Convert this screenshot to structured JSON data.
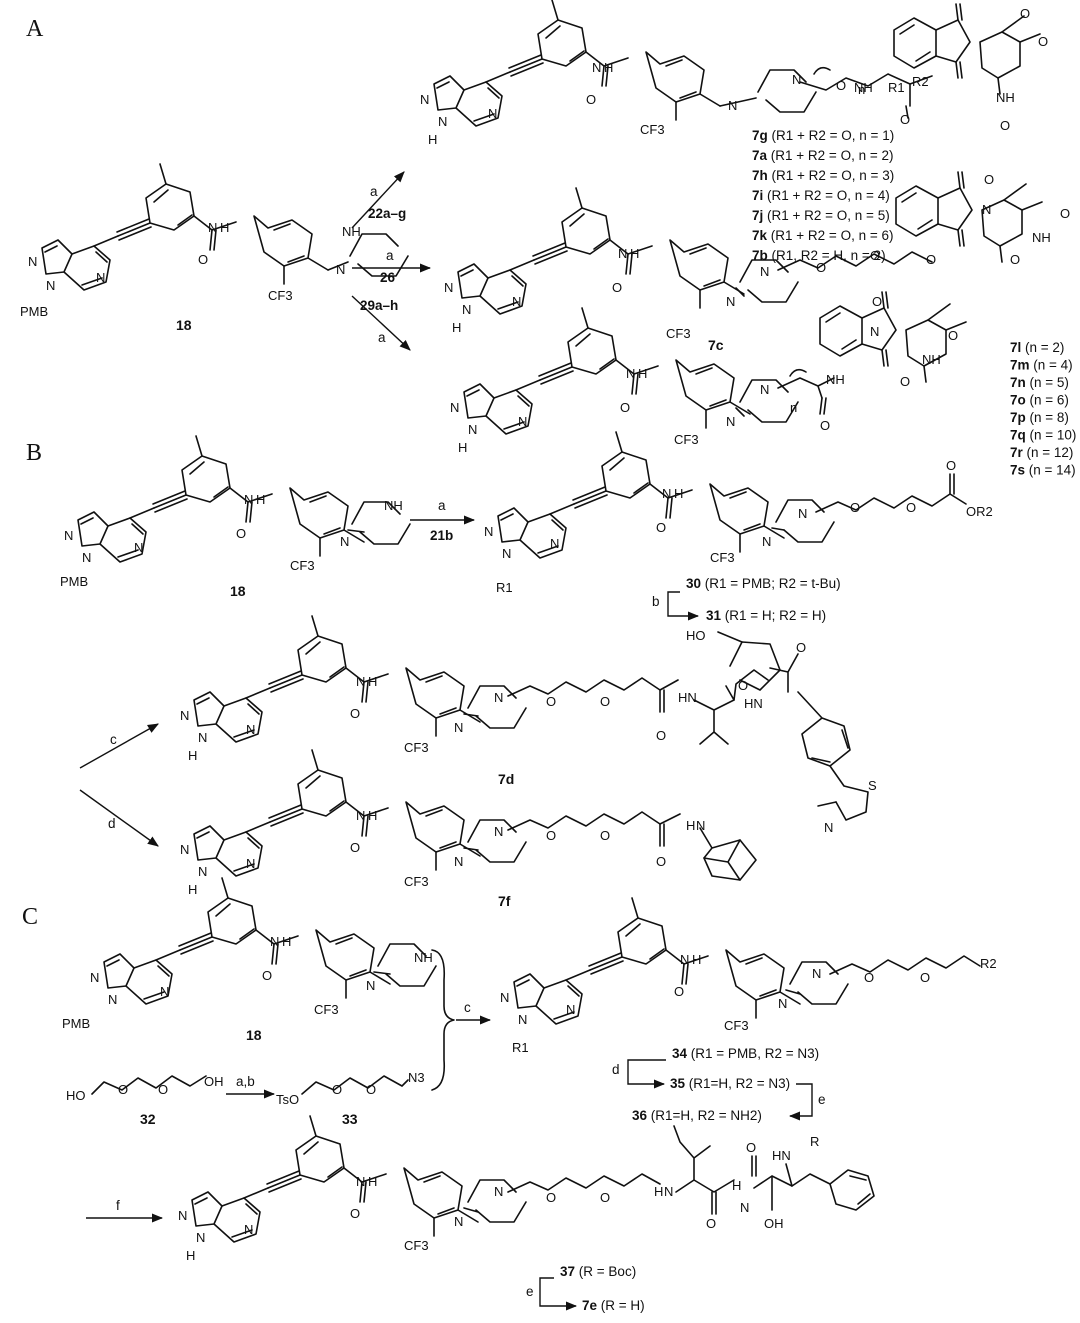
{
  "sections": {
    "A": "A",
    "B": "B",
    "C": "C"
  },
  "atoms": {
    "N": "N",
    "H": "H",
    "NH": "NH",
    "HN": "HN",
    "O": "O",
    "HO": "HO",
    "OH": "OH",
    "PMB": "PMB",
    "CF3": "CF3",
    "S": "S",
    "R1": "R1",
    "R2": "R2",
    "R": "R",
    "n": "n",
    "OR2": "OR2",
    "TsO": "TsO",
    "N3": "N3"
  },
  "compounds": {
    "c18": "18",
    "c7c": "7c",
    "c7d": "7d",
    "c7f": "7f",
    "c32": "32",
    "c33": "33"
  },
  "reagents": {
    "a": "a",
    "b": "b",
    "c": "c",
    "d": "d",
    "e": "e",
    "f": "f",
    "ab": "a,b",
    "r22": "22a–g",
    "r26": "26",
    "r29": "29a–h",
    "r21b": "21b"
  },
  "series_7g": [
    {
      "id": "7g",
      "cond": "(R1 + R2 = O, n = 1)"
    },
    {
      "id": "7a",
      "cond": "(R1 + R2 = O, n = 2)"
    },
    {
      "id": "7h",
      "cond": "(R1 + R2 = O, n = 3)"
    },
    {
      "id": "7i",
      "cond": "(R1 + R2 = O, n = 4)"
    },
    {
      "id": "7j",
      "cond": "(R1 + R2 = O, n = 5)"
    },
    {
      "id": "7k",
      "cond": "(R1 + R2 = O, n = 6)"
    },
    {
      "id": "7b",
      "cond": "(R1, R2 = H, n = 2)"
    }
  ],
  "series_7l": [
    {
      "id": "7l",
      "cond": "(n = 2)"
    },
    {
      "id": "7m",
      "cond": "(n = 4)"
    },
    {
      "id": "7n",
      "cond": "(n = 5)"
    },
    {
      "id": "7o",
      "cond": "(n = 6)"
    },
    {
      "id": "7p",
      "cond": "(n = 8)"
    },
    {
      "id": "7q",
      "cond": "(n = 10)"
    },
    {
      "id": "7r",
      "cond": "(n = 12)"
    },
    {
      "id": "7s",
      "cond": "(n = 14)"
    }
  ],
  "notes": {
    "n30_id": "30",
    "n30": "(R1 = PMB; R2 = t-Bu)",
    "n31_id": "31",
    "n31": "(R1 = H; R2 = H)",
    "n34_id": "34",
    "n34": "(R1 = PMB, R2 = N3)",
    "n35_id": "35",
    "n35": "(R1=H, R2 = N3)",
    "n36_id": "36",
    "n36": "(R1=H, R2 = NH2)",
    "n37_id": "37",
    "n37": "(R = Boc)",
    "n7e_id": "7e",
    "n7e": "(R = H)"
  }
}
